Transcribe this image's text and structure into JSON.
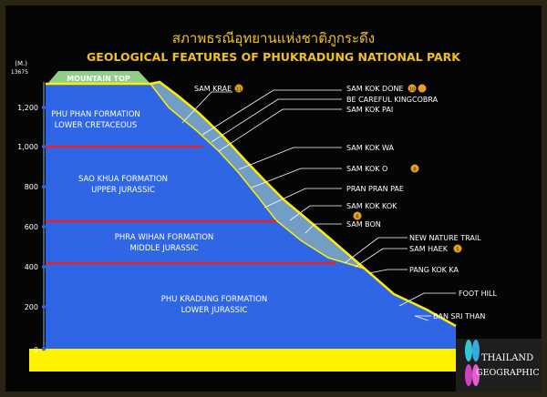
{
  "title_th": "สภาพธรณีอุทยานแห่งชาติภูกระดึง",
  "title_en": "GEOLOGICAL FEATURES OF PHUKRADUNG NATIONAL PARK",
  "axis": {
    "unit_top": "(M.)",
    "unit_bottom": "13675",
    "ticks": [
      "1,200",
      "1,000",
      "800",
      "600",
      "400",
      "200",
      "0"
    ]
  },
  "mountain_top": "MOUNTAIN TOP",
  "formations": [
    {
      "name": "PHU PHAN FORMATION",
      "age": "LOWER CRETACEOUS"
    },
    {
      "name": "SAO KHUA FORMATION",
      "age": "UPPER JURASSIC"
    },
    {
      "name": "PHRA WIHAN FORMATION",
      "age": "MIDDLE JURASSIC"
    },
    {
      "name": "PHU KRADUNG FORMATION",
      "age": "LOWER JURASSIC"
    }
  ],
  "points": [
    {
      "label": "SAM KRAE",
      "badge": "11"
    },
    {
      "label": "SAM KOK DONE",
      "badge": "10"
    },
    {
      "label": "BE CAREFUL KINGCOBRA"
    },
    {
      "label": "SAM KOK PAI"
    },
    {
      "label": "SAM KOK WA"
    },
    {
      "label": "SAM KOK O",
      "badge": "8"
    },
    {
      "label": "PRAN PRAN PAE"
    },
    {
      "label": "SAM KOK KOK",
      "badge": "6"
    },
    {
      "label": "SAM BON"
    },
    {
      "label": "NEW NATURE TRAIL"
    },
    {
      "label": "SAM HAEK",
      "badge": "5"
    },
    {
      "label": "PANG KOK KA"
    },
    {
      "label": "FOOT HILL"
    },
    {
      "label": "BAN SRI THAN"
    }
  ],
  "logo": {
    "line1": "THAILAND",
    "line2": "GEOGRAPHIC"
  },
  "colors": {
    "background": "#050505",
    "rock": "#2f66e6",
    "slope_band": "#86b8e8",
    "trail": "#ffee00",
    "boundary": "#e8212a",
    "base": "#fff200",
    "title": "#f0c020"
  }
}
